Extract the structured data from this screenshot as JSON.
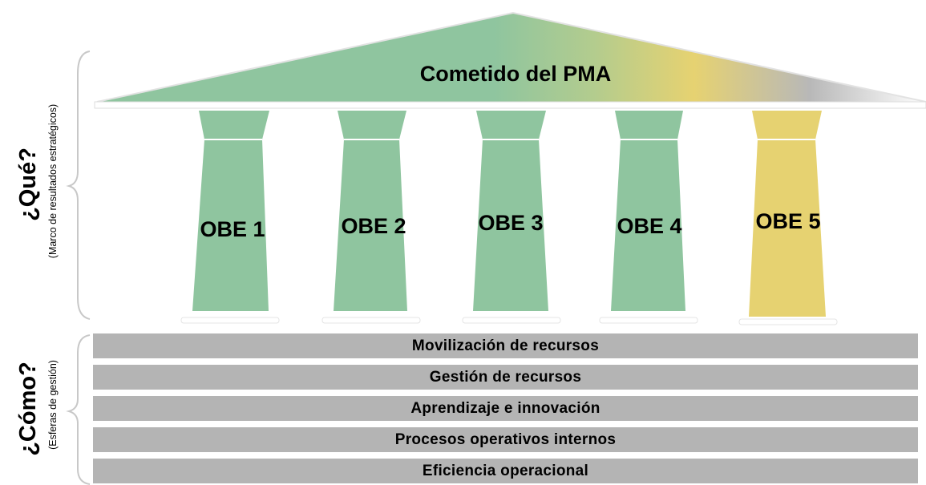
{
  "roof": {
    "title": "Cometido del PMA"
  },
  "pillars": [
    {
      "label": "OBE 1",
      "color": "#8fc59f"
    },
    {
      "label": "OBE 2",
      "color": "#8fc59f"
    },
    {
      "label": "OBE 3",
      "color": "#8fc59f"
    },
    {
      "label": "OBE 4",
      "color": "#8fc59f"
    },
    {
      "label": "OBE 5",
      "color": "#e6d271"
    }
  ],
  "que": {
    "title": "¿Qué?",
    "subtitle": "(Marco de resultados estratégicos)"
  },
  "como": {
    "title": "¿Cómo?",
    "subtitle": "(Esferas de gestión)"
  },
  "management_areas": [
    "Movilización de recursos",
    "Gestión de recursos",
    "Aprendizaje e innovación",
    "Procesos operativos internos",
    "Eficiencia operacional"
  ],
  "colors": {
    "green": "#8fc59f",
    "yellow": "#e6d271",
    "bar_gray": "#b4b4b4",
    "roof_gradient": [
      "#8fc59f",
      "#8fc59f",
      "#b3cc8e",
      "#e6d271",
      "#b8b8b8",
      "#ffffff"
    ]
  }
}
